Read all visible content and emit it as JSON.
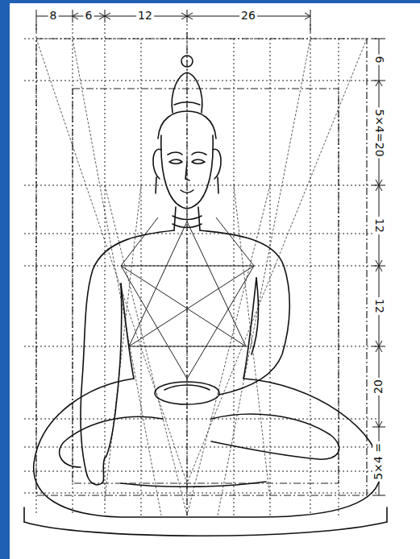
{
  "diagram": {
    "labels": [
      "8",
      "6",
      "12",
      "26",
      "6",
      "5×4=20",
      "12",
      "12",
      "20",
      "5×4 ="
    ]
  }
}
